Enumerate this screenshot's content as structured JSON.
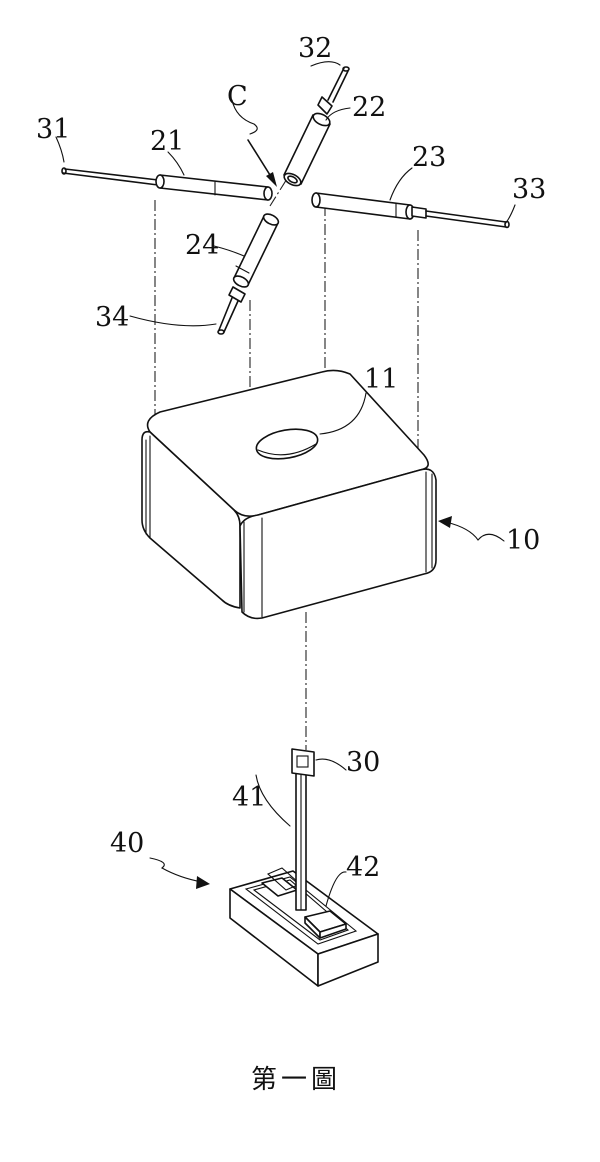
{
  "figure": {
    "caption": "第一圖",
    "labels": {
      "block": "10",
      "hole": "11",
      "cell_21": "21",
      "cell_22": "22",
      "cell_23": "23",
      "cell_24": "24",
      "center": "C",
      "fiber_30": "30",
      "fiber_31": "31",
      "fiber_32": "32",
      "fiber_33": "33",
      "fiber_34": "34",
      "base": "40",
      "stem": "41",
      "holder": "42"
    }
  }
}
